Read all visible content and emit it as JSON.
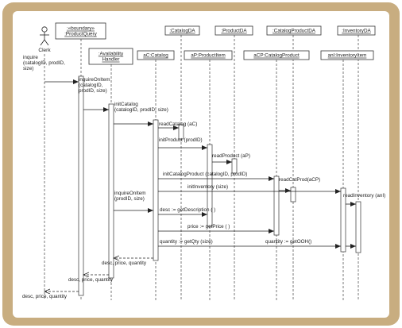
{
  "actor": {
    "name": "Clerk"
  },
  "participants": [
    {
      "id": "boundary",
      "label": ":«boundary»\n:ProductQuery"
    },
    {
      "id": "handler",
      "label": ":Availability\nHandler"
    },
    {
      "id": "ccatalog",
      "label": "aC:Catalog"
    },
    {
      "id": "catalogda",
      "label": ":CatalogDA"
    },
    {
      "id": "productitem",
      "label": "aP:ProductItem"
    },
    {
      "id": "productda",
      "label": ":ProductDA"
    },
    {
      "id": "cpcatalog",
      "label": "aCP:CatalogProduct"
    },
    {
      "id": "cpda",
      "label": ":CatalogProductDA"
    },
    {
      "id": "invitem",
      "label": "anI:InventoryItem"
    },
    {
      "id": "invda",
      "label": ":InventoryDA"
    }
  ],
  "messages": [
    {
      "from": "actor",
      "to": "boundary",
      "label": "inquire\n(catalogID, prodID,\nsize)",
      "kind": "call"
    },
    {
      "from": "boundary",
      "to": "handler",
      "label": "inquireOnItem\n(catalogID,\nprodID, size)",
      "kind": "call"
    },
    {
      "from": "handler",
      "to": "ccatalog",
      "label": "initCatalog\n(catalogID, prodID, size)",
      "kind": "call"
    },
    {
      "from": "ccatalog",
      "to": "catalogda",
      "label": "readCatalog (aC)",
      "kind": "call"
    },
    {
      "from": "ccatalog",
      "to": "productitem",
      "label": "initProduct (prodID)",
      "kind": "call"
    },
    {
      "from": "productitem",
      "to": "productda",
      "label": "readProduct (aP)",
      "kind": "call"
    },
    {
      "from": "ccatalog",
      "to": "cpcatalog",
      "label": "initCatalogProduct (catalogID, prodID)",
      "kind": "call"
    },
    {
      "from": "cpcatalog",
      "to": "cpda",
      "label": "readCatProd(aCP)",
      "kind": "call"
    },
    {
      "from": "ccatalog",
      "to": "invitem",
      "label": "initInventory (size)",
      "kind": "call"
    },
    {
      "from": "invitem",
      "to": "invda",
      "label": "readInventory (anI)",
      "kind": "call"
    },
    {
      "from": "handler",
      "to": "ccatalog",
      "label": "inquireOnItem\n(prodID, size)",
      "kind": "call"
    },
    {
      "from": "ccatalog",
      "to": "productitem",
      "label": "desc := getDescription ( )",
      "kind": "call"
    },
    {
      "from": "ccatalog",
      "to": "cpcatalog",
      "label": "price := getPrice ( )",
      "kind": "call"
    },
    {
      "from": "ccatalog",
      "to": "invitem",
      "label": "quantity := getQty (size)",
      "kind": "call"
    },
    {
      "from": "invitem",
      "to": "invda",
      "label": "quantity := getOOH()",
      "kind": "call"
    },
    {
      "from": "ccatalog",
      "to": "handler",
      "label": "desc, price, quantity",
      "kind": "return"
    },
    {
      "from": "handler",
      "to": "boundary",
      "label": "desc, price, quantity",
      "kind": "return"
    },
    {
      "from": "boundary",
      "to": "actor",
      "label": "desc, price, quantity",
      "kind": "return"
    }
  ]
}
